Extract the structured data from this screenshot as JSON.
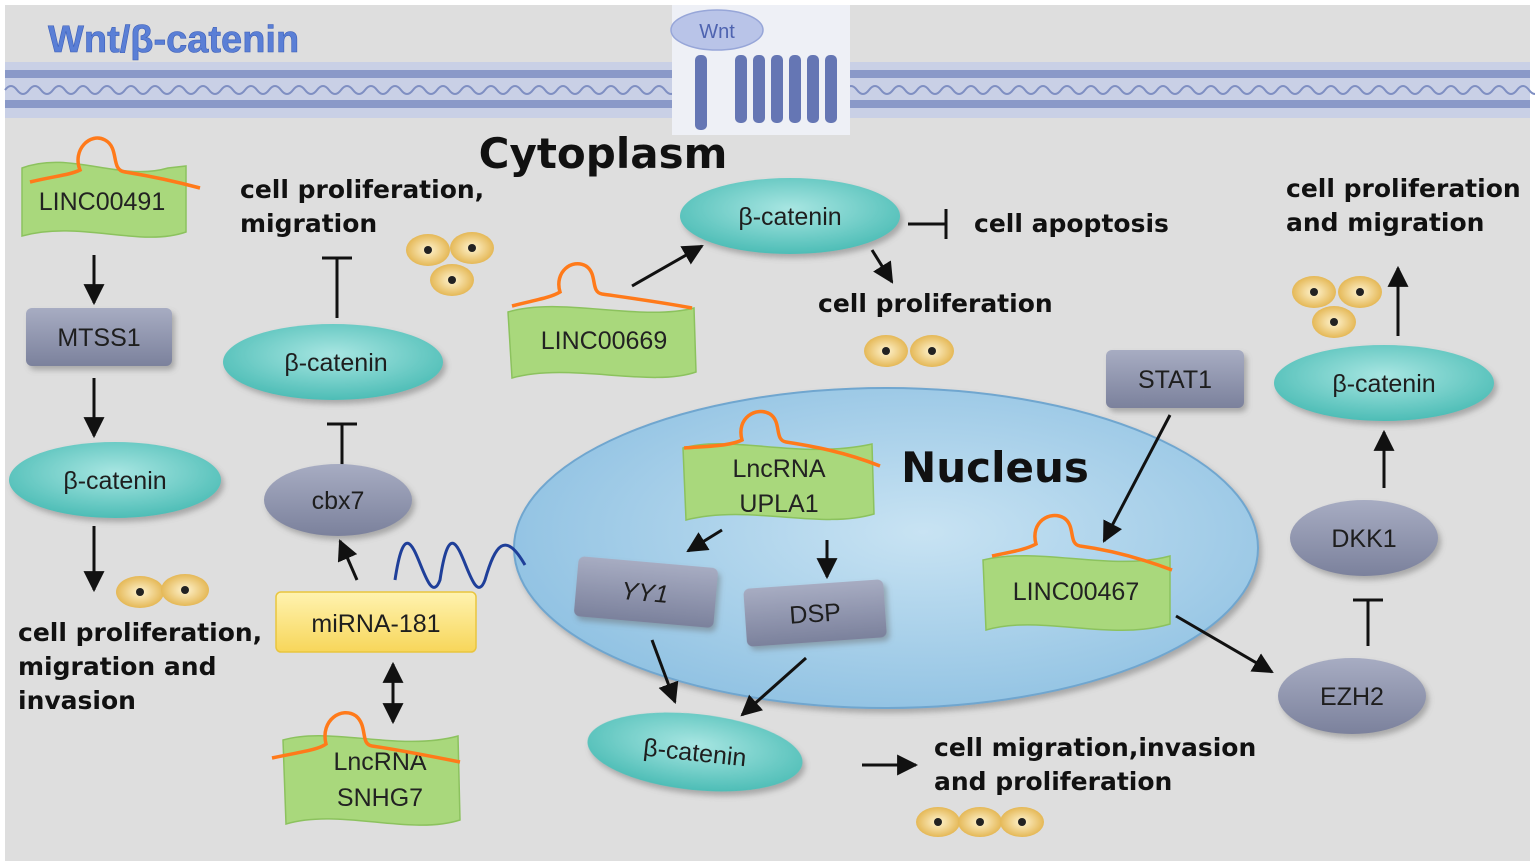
{
  "title": "Wnt/β-catenin",
  "wnt_label": "Wnt",
  "regions": {
    "cytoplasm": "Cytoplasm",
    "nucleus": "Nucleus"
  },
  "colors": {
    "background": "#dcdcdc",
    "membrane": "#8a99c8",
    "lnc_flag": "#a9d87c",
    "rna_strand": "#ff7a1a",
    "beta_catenin": "#5cc6c0",
    "grey_node": "#8e94ad",
    "mirna_box": "#ffe27a",
    "nucleus": "#a8cfe8",
    "title": "#5a7fd6",
    "cell": "#e8b84a"
  },
  "nodes": {
    "linc00491": "LINC00491",
    "mtss1": "MTSS1",
    "bcat_left": "β-catenin",
    "bcat_mid_left": "β-catenin",
    "cbx7": "cbx7",
    "mirna181": "miRNA-181",
    "snhg7_line1": "LncRNA",
    "snhg7_line2": "SNHG7",
    "linc00669": "LINC00669",
    "bcat_top": "β-catenin",
    "upla1_line1": "LncRNA",
    "upla1_line2": "UPLA1",
    "yy1": "YY1",
    "dsp": "DSP",
    "bcat_bottom": "β-catenin",
    "stat1": "STAT1",
    "linc00467": "LINC00467",
    "bcat_right": "β-catenin",
    "dkk1": "DKK1",
    "ezh2": "EZH2"
  },
  "outcomes": {
    "left_line1": "cell proliferation,",
    "left_line2": "migration and",
    "left_line3": "invasion",
    "midleft_line1": "cell proliferation,",
    "midleft_line2": "migration",
    "apoptosis": "cell  apoptosis",
    "proliferation": "cell proliferation",
    "bottom_line1": "cell migration,invasion",
    "bottom_line2": "and proliferation",
    "right_line1": "cell proliferation",
    "right_line2": "and migration"
  }
}
